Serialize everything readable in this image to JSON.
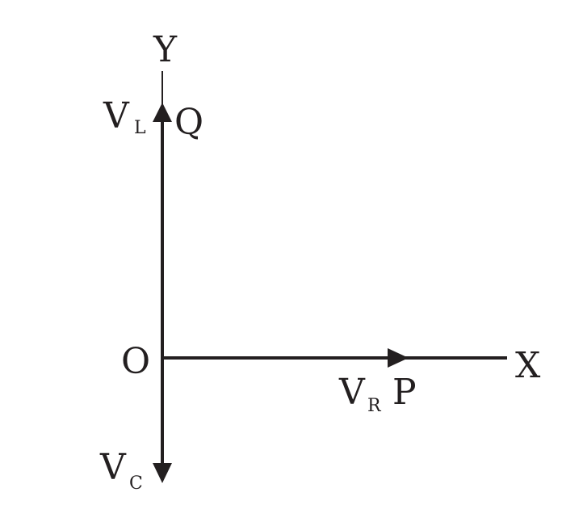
{
  "axes": {
    "y_label": "Y",
    "x_label": "X",
    "origin_label": "O"
  },
  "vectors": {
    "inductor": {
      "main": "V",
      "sub": "L",
      "point": "Q"
    },
    "resistor": {
      "main": "V",
      "sub": "R",
      "point": "P"
    },
    "capacitor": {
      "main": "V",
      "sub": "C"
    }
  },
  "colors": {
    "ink": "#231f20",
    "background": "#ffffff"
  }
}
